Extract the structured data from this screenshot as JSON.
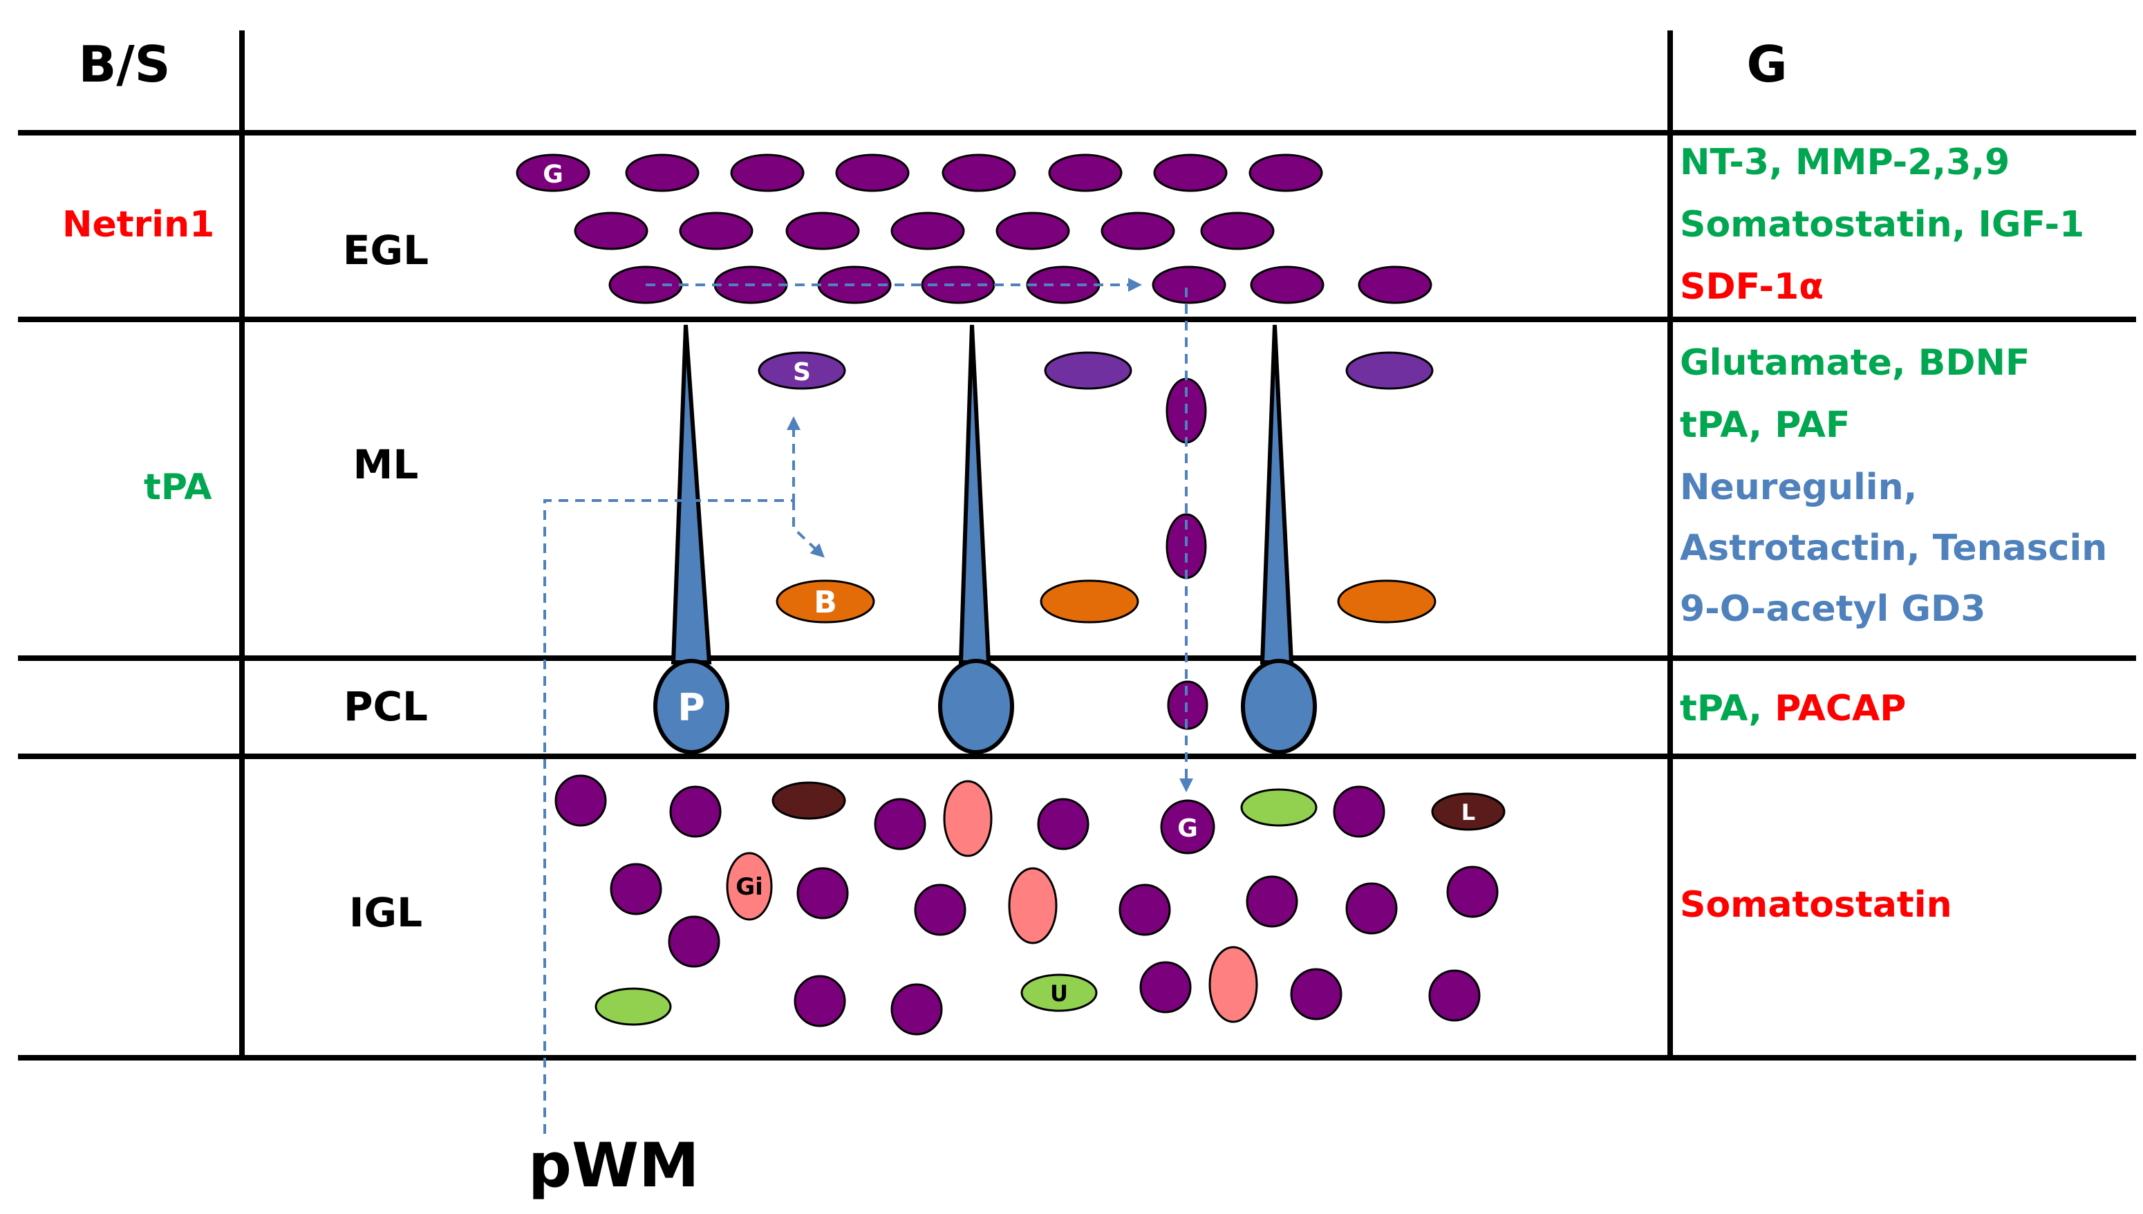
{
  "headers": {
    "left": "B/S",
    "right": "G"
  },
  "layers": [
    {
      "name": "EGL",
      "left_factor": "Netrin1",
      "left_color": "#ff0000"
    },
    {
      "name": "ML",
      "left_factor": "tPA",
      "left_color": "#00a650"
    },
    {
      "name": "PCL",
      "left_factor": "",
      "left_color": "#000000"
    },
    {
      "name": "IGL",
      "left_factor": "",
      "left_color": "#000000"
    }
  ],
  "right_factors": {
    "egl": [
      [
        {
          "text": "NT-3, MMP-2,3,9",
          "color": "#00a650"
        }
      ],
      [
        {
          "text": "Somatostatin, IGF-1",
          "color": "#00a650"
        }
      ],
      [
        {
          "text": "SDF-1α",
          "color": "#ff0000"
        }
      ]
    ],
    "ml": [
      [
        {
          "text": "Glutamate, BDNF",
          "color": "#00a650"
        }
      ],
      [
        {
          "text": "tPA, PAF",
          "color": "#00a650"
        }
      ],
      [
        {
          "text": "Neuregulin,",
          "color": "#4f81bd"
        }
      ],
      [
        {
          "text": "Astrotactin, Tenascin",
          "color": "#4f81bd"
        }
      ],
      [
        {
          "text": "9-O-acetyl GD3",
          "color": "#4f81bd"
        }
      ]
    ],
    "pcl": [
      [
        {
          "text": "tPA, ",
          "color": "#00a650"
        },
        {
          "text": "PACAP",
          "color": "#ff0000"
        }
      ]
    ],
    "igl": [
      [
        {
          "text": "Somatostatin",
          "color": "#ff0000"
        }
      ]
    ]
  },
  "cell_labels": {
    "granule_egl": "G",
    "stellate": "S",
    "basket": "B",
    "purkinje": "P",
    "granule_igl": "G",
    "golgi": "Gi",
    "lugaro": "L",
    "unipolar_brush": "U"
  },
  "pwm_label": "pWM",
  "colors": {
    "granule": "#7b007b",
    "interneuron": "#7030a0",
    "basket": "#e36c09",
    "purkinje": "#4f81bd",
    "golgi": "#ff8080",
    "lugaro": "#5a1b1b",
    "unipolar_brush": "#92d050",
    "arrow": "#4f81bd"
  }
}
